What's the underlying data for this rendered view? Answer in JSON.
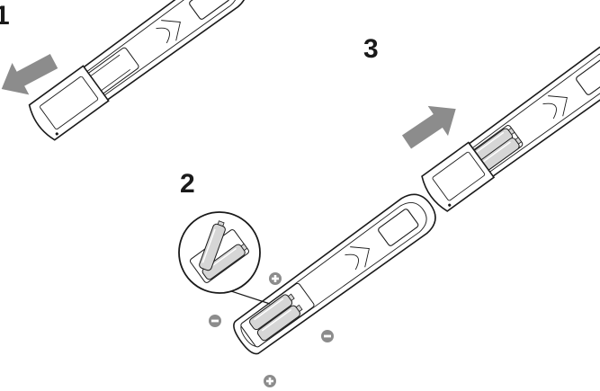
{
  "steps": [
    {
      "number": "1",
      "action": "slide-cover-off"
    },
    {
      "number": "2",
      "action": "insert-batteries"
    },
    {
      "number": "3",
      "action": "slide-cover-on"
    }
  ],
  "colors": {
    "outline": "#1a1a1a",
    "arrow": "#8c8c8c",
    "polarity": "#8c8c8c",
    "battery": "#d6d6d6",
    "background": "#ffffff"
  },
  "icons": [
    "remote-control-icon",
    "arrow-icon",
    "battery-icon",
    "plus-icon",
    "minus-icon",
    "magnifier-icon"
  ]
}
